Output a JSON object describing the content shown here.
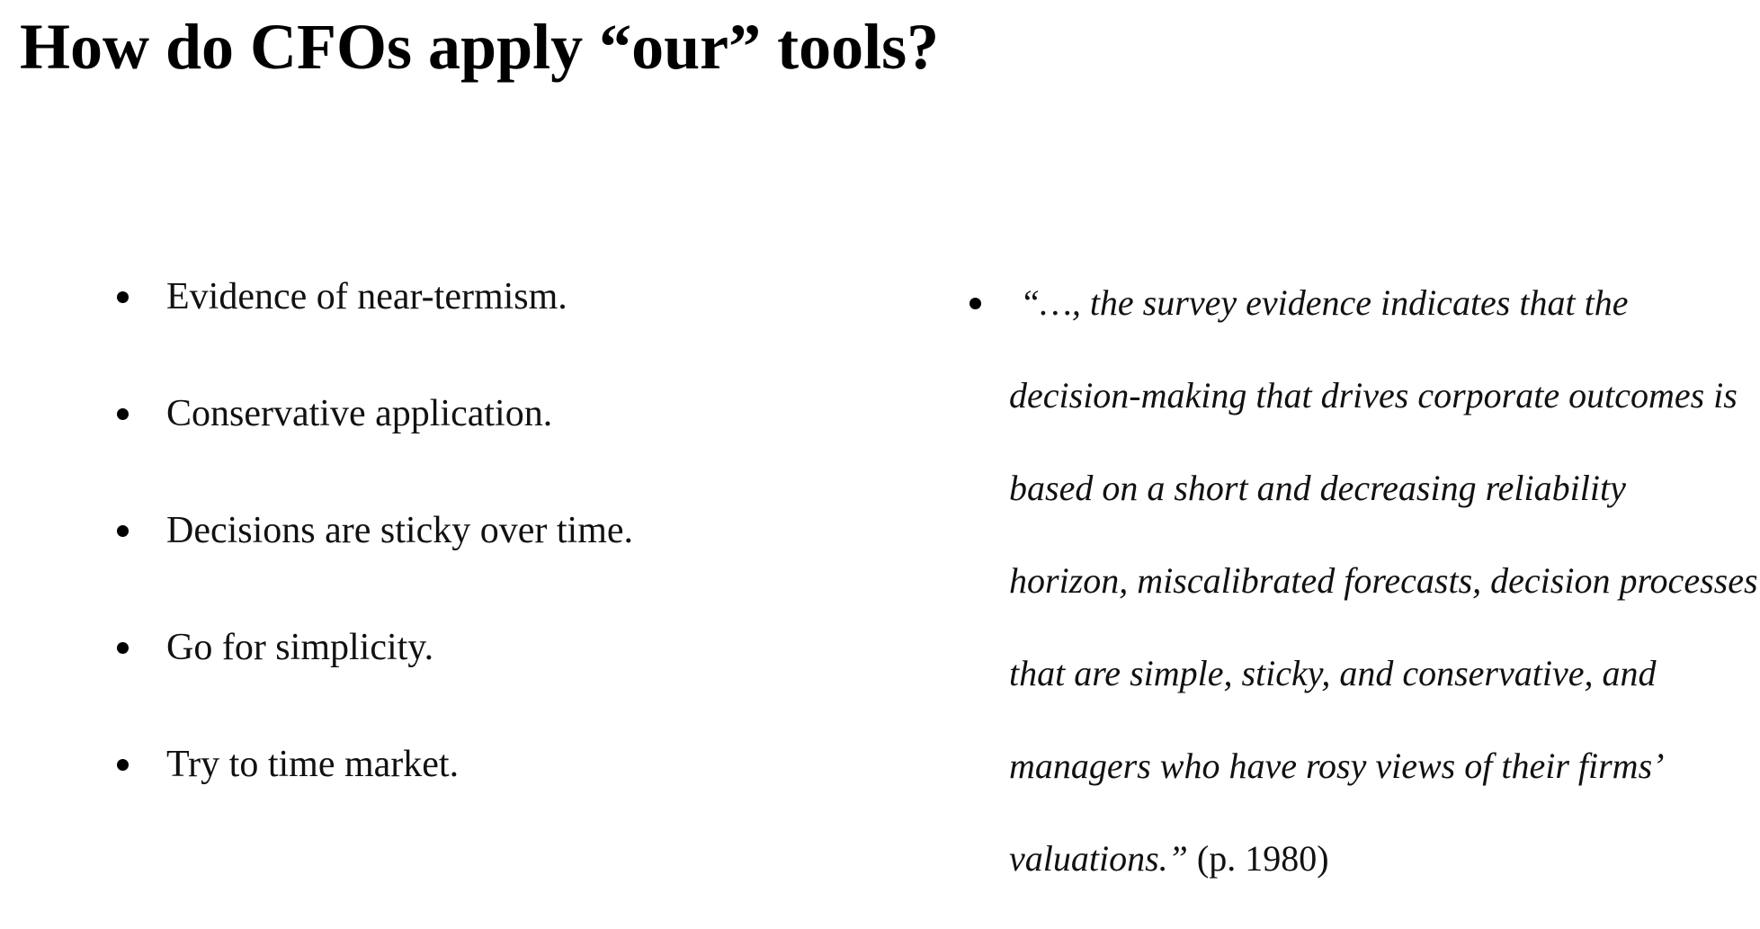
{
  "title": "How do CFOs apply “our” tools?",
  "left_bullets": [
    "Evidence of  near-termism.",
    "Conservative application.",
    "Decisions are sticky over time.",
    "Go for simplicity.",
    "Try to time market."
  ],
  "quote": {
    "lines": [
      "“…, the survey evidence indicates that the",
      "decision-making that drives corporate outcomes is",
      "based on a short and decreasing reliability",
      "horizon, miscalibrated forecasts, decision processes",
      "that are simple, sticky, and conservative, and",
      "managers who have rosy views of  their firms’",
      "valuations.”"
    ],
    "citation": " (p. 1980)"
  }
}
